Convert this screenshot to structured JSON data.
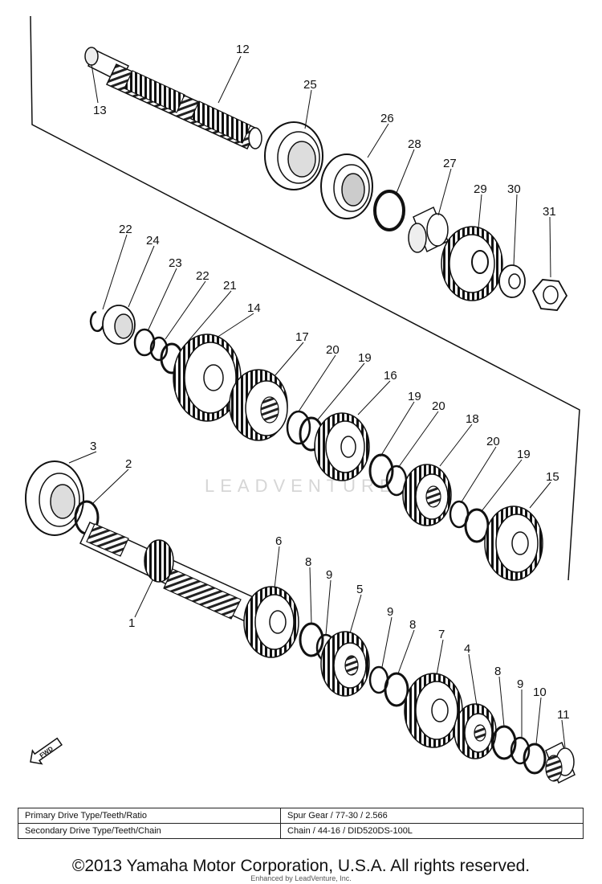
{
  "diagram": {
    "watermark": "LEADVENTURE",
    "fwd_label": "FWD",
    "callouts": [
      "1",
      "2",
      "3",
      "4",
      "5",
      "6",
      "7",
      "8",
      "9",
      "10",
      "11",
      "12",
      "13",
      "14",
      "15",
      "16",
      "17",
      "18",
      "19",
      "20",
      "21",
      "22",
      "23",
      "24",
      "25",
      "26",
      "27",
      "28",
      "29",
      "30",
      "31"
    ]
  },
  "spec_table": {
    "rows": [
      {
        "label": "Primary Drive Type/Teeth/Ratio",
        "value": "Spur Gear / 77-30 / 2.566"
      },
      {
        "label": "Secondary Drive Type/Teeth/Chain",
        "value": "Chain / 44-16 / DID520DS-100L"
      }
    ]
  },
  "footer": {
    "copyright": "©2013 Yamaha Motor Corporation, U.S.A. All rights reserved.",
    "enhanced_by": "Enhanced by LeadVenture, Inc."
  }
}
